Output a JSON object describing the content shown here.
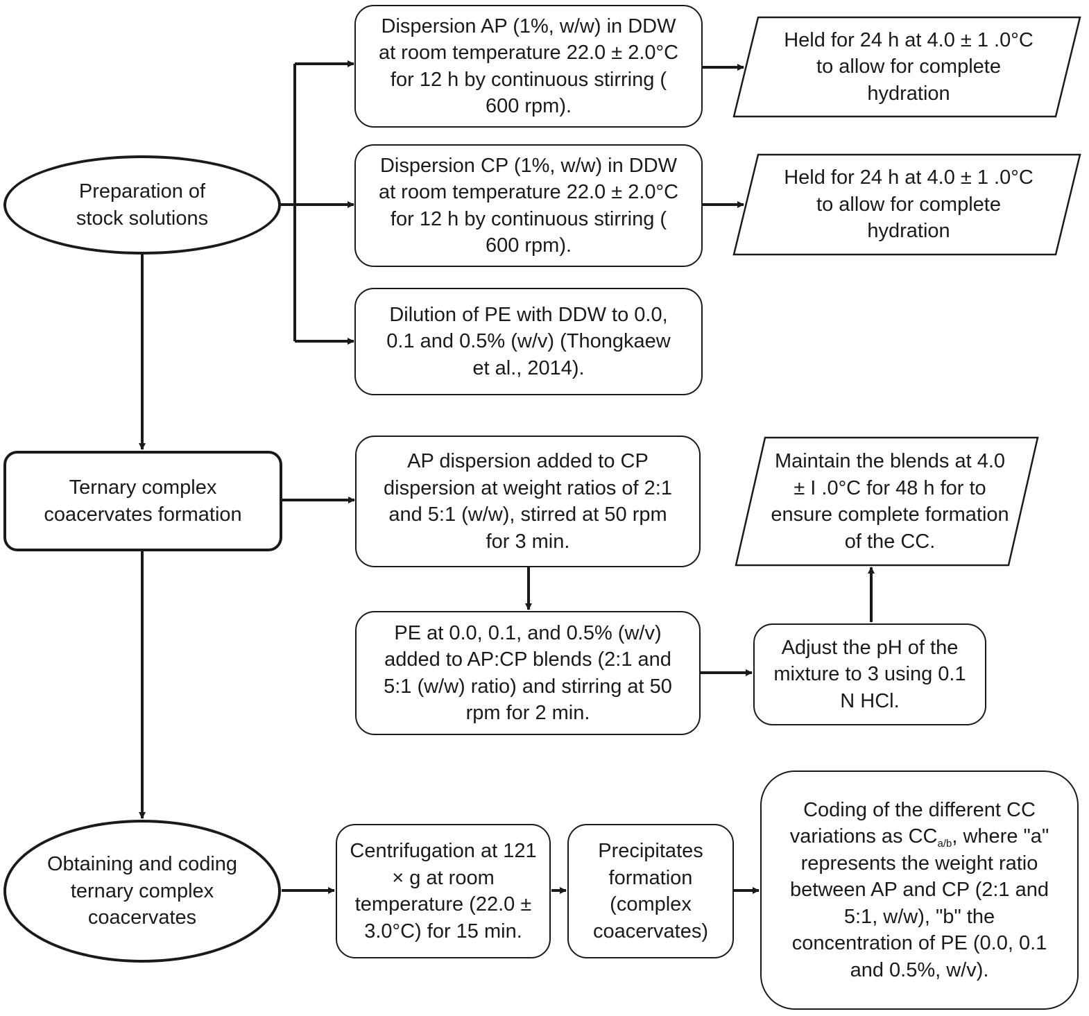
{
  "stages": {
    "preparation": "Preparation of stock solutions",
    "ternary": "Ternary complex coacervates formation",
    "obtaining": "Obtaining and coding ternary complex coacervates"
  },
  "steps": {
    "dispersion_ap": "Dispersion AP (1%, w/w) in DDW at room temperature 22.0 ± 2.0°C for 12 h by continuous stirring ( 600 rpm).",
    "dispersion_cp": "Dispersion CP (1%, w/w) in DDW at room temperature 22.0 ± 2.0°C for 12 h by continuous stirring ( 600 rpm).",
    "dilution_pe": "Dilution of PE with DDW to 0.0, 0.1 and 0.5% (w/v) (Thongkaew et al., 2014).",
    "held_ap": "Held for 24 h at 4.0 ± 1 .0°C to allow for complete hydration",
    "held_cp": "Held for 24 h at 4.0 ± 1 .0°C to allow for complete hydration",
    "ap_added": "AP dispersion added to CP dispersion at weight ratios of 2:1 and 5:1 (w/w), stirred at 50 rpm for 3 min.",
    "pe_added": "PE at 0.0, 0.1, and 0.5% (w/v) added to AP:CP blends (2:1 and 5:1 (w/w) ratio) and stirring at 50 rpm for 2 min.",
    "adjust_ph": "Adjust the pH of the mixture to 3 using 0.1 N HCl.",
    "maintain": "Maintain the blends at 4.0 ± I .0°C for 48 h for to ensure complete formation of the CC.",
    "centrifugation": "Centrifugation at 121 × g at room temperature (22.0 ± 3.0°C) for 15 min.",
    "precipitates": "Precipitates formation (complex coacervates)",
    "coding_pre": "Coding of the different CC variations as CC",
    "coding_sub": "a/b",
    "coding_post": ", where \"a\" represents the weight ratio between AP and CP (2:1 and 5:1, w/w), \"b\" the concentration of PE (0.0, 0.1 and 0.5%, w/v)."
  },
  "colors": {
    "stroke": "#1a1a1a",
    "background": "#ffffff"
  }
}
